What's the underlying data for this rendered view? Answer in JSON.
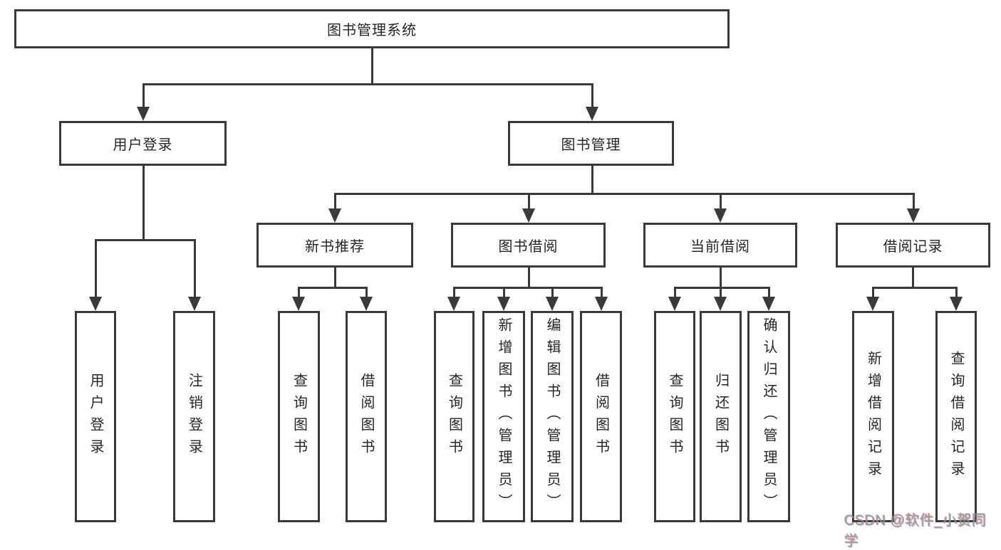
{
  "diagram": {
    "root": {
      "label": "图书管理系统"
    },
    "user_login": {
      "label": "用户登录",
      "children": [
        {
          "label": "用户登录"
        },
        {
          "label": "注销登录"
        }
      ]
    },
    "book_management": {
      "label": "图书管理",
      "children": {
        "new_book": {
          "label": "新书推荐",
          "children": [
            {
              "label": "查询图书"
            },
            {
              "label": "借阅图书"
            }
          ]
        },
        "borrowing": {
          "label": "图书借阅",
          "children": [
            {
              "label": "查询图书"
            },
            {
              "label": "新增图书（管理员）"
            },
            {
              "label": "编辑图书（管理员）"
            },
            {
              "label": "借阅图书"
            }
          ]
        },
        "current": {
          "label": "当前借阅",
          "children": [
            {
              "label": "查询图书"
            },
            {
              "label": "归还图书"
            },
            {
              "label": "确认归还（管理员）"
            }
          ]
        },
        "records": {
          "label": "借阅记录",
          "children": [
            {
              "label": "新增借阅记录"
            },
            {
              "label": "查询借阅记录"
            }
          ]
        }
      }
    }
  },
  "watermark": {
    "text": "CSDN @软件_小贺同学"
  },
  "colors": {
    "line": "#3a3a3a",
    "text": "#262626",
    "background": "#ffffff",
    "watermark": "#8f8f8f"
  }
}
